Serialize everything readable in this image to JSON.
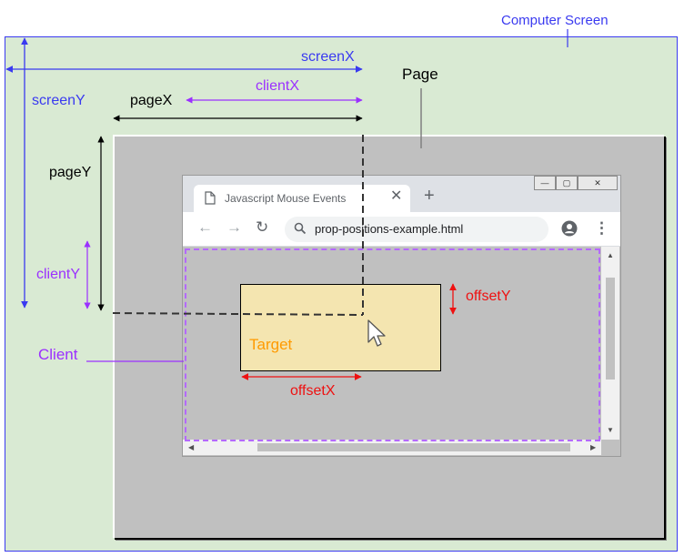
{
  "labels": {
    "computer_screen": "Computer Screen",
    "screen_x": "screenX",
    "screen_y": "screenY",
    "page": "Page",
    "page_x": "pageX",
    "page_y": "pageY",
    "client_x": "clientX",
    "client_y": "clientY",
    "client": "Client",
    "offset_x": "offsetX",
    "offset_y": "offsetY",
    "target": "Target"
  },
  "browser": {
    "tab_title": "Javascript Mouse Events",
    "tab_close": "✕",
    "new_tab": "+",
    "url": "prop-positions-example.html",
    "back": "←",
    "forward": "→",
    "reload": "↻",
    "menu": "⋮",
    "window_min": "—",
    "window_max": "▢",
    "window_close": "✕"
  },
  "colors": {
    "screen_blue": "#3a3af0",
    "screen_fill": "#d9ead3",
    "page_gray": "#c0c0c0",
    "client_purple": "#9b30ff",
    "offset_red": "#ee1111",
    "target_fill": "#f4e5b0",
    "target_text": "#ff9a00"
  },
  "icons": [
    "page-doc-icon",
    "search-icon",
    "profile-icon",
    "mouse-cursor-icon"
  ]
}
